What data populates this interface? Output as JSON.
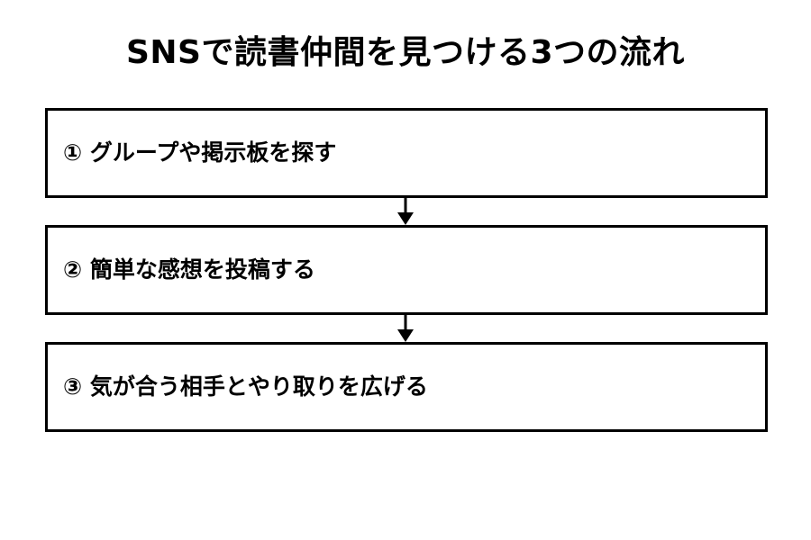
{
  "title": "SNSで読書仲間を見つける3つの流れ",
  "steps": [
    {
      "label": "① グループや掲示板を探す"
    },
    {
      "label": "② 簡単な感想を投稿する"
    },
    {
      "label": "③ 気が合う相手とやり取りを広げる"
    }
  ],
  "colors": {
    "border": "#000000",
    "text": "#000000",
    "background": "#ffffff"
  }
}
